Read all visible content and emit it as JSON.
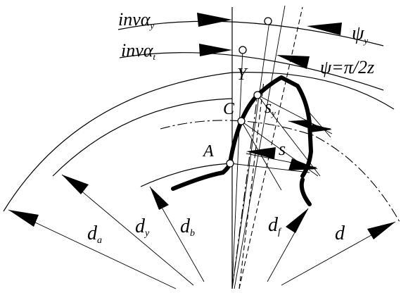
{
  "labels": {
    "inv_alpha_y": "invα",
    "inv_alpha_y_sub": "y",
    "inv_alpha_t": "invα",
    "inv_alpha_t_sub": "t",
    "psi_y": "ψ",
    "psi_y_sub": "y",
    "psi_eq": "ψ=π/2z",
    "point_y": "Y",
    "point_c": "C",
    "point_a": "A",
    "s_y": "s",
    "s_y_sub": "y",
    "s": "s",
    "d_a": "d",
    "d_a_sub": "a",
    "d_y": "d",
    "d_y_sub": "y",
    "d_b": "d",
    "d_b_sub": "b",
    "d_f": "d",
    "d_f_sub": "f",
    "d": "d"
  }
}
